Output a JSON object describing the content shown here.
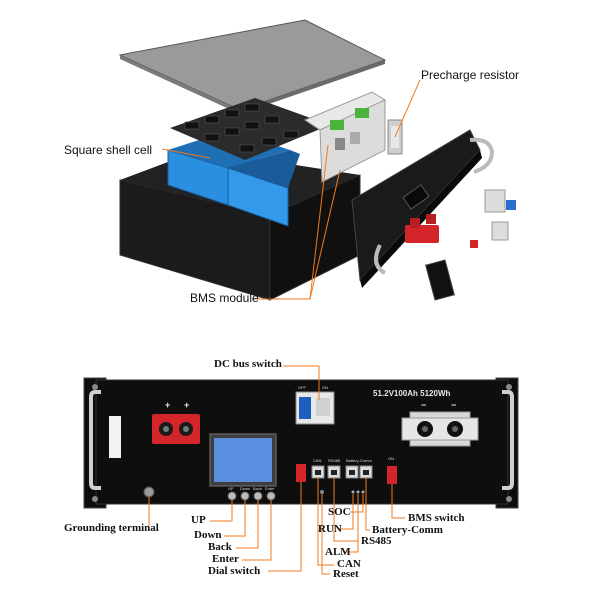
{
  "exploded_view": {
    "callouts": {
      "precharge_resistor": "Precharge resistor",
      "square_shell_cell": "Square shell cell",
      "bms_module": "BMS module"
    }
  },
  "front_panel": {
    "rating": "51.2V100Ah  5120Wh",
    "breaker_off": "OFF",
    "breaker_on": "ON",
    "plus_terminals": [
      "+",
      "+"
    ],
    "minus_terminals": [
      "−",
      "−"
    ],
    "button_labels": [
      "UP",
      "Down",
      "Back",
      "Enter"
    ],
    "port_labels": [
      "CAN",
      "RS485",
      "Battery-Comm"
    ],
    "indicator_labels": [
      "RUN",
      "ALM",
      "SOC"
    ],
    "switch_on_label": "ON"
  },
  "callouts": {
    "dc_bus_switch": "DC bus switch",
    "grounding_terminal": "Grounding terminal",
    "up": "UP",
    "down": "Down",
    "back": "Back",
    "enter": "Enter",
    "dial_switch": "Dial switch",
    "reset": "Reset",
    "can": "CAN",
    "alm": "ALM",
    "rs485": "RS485",
    "run": "RUN",
    "soc": "SOC",
    "battery_comm": "Battery-Comm",
    "bms_switch": "BMS switch"
  },
  "colors": {
    "callout_line": "#f07a1e",
    "cell_blue": "#2a8fe0",
    "terminal_red": "#d4252a",
    "chassis": "#151515",
    "panel": "#0e0e0e"
  }
}
